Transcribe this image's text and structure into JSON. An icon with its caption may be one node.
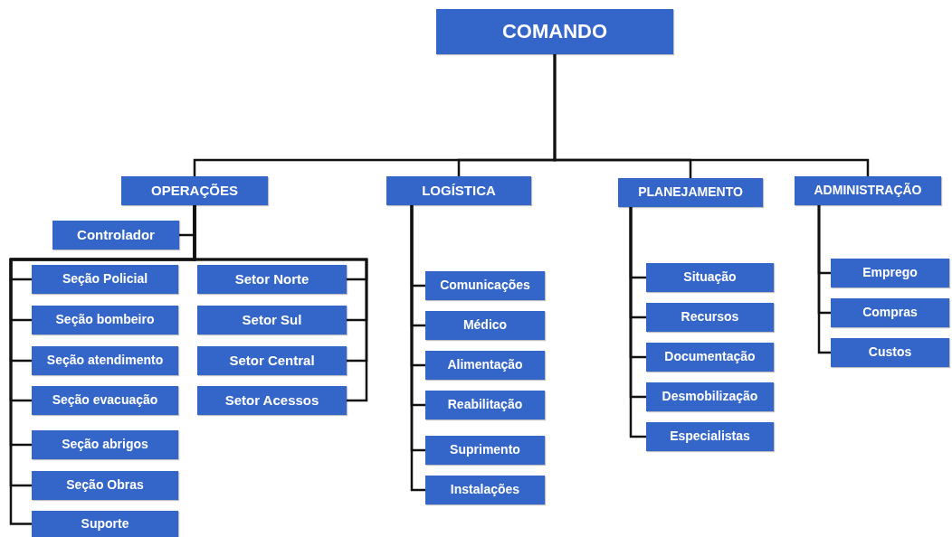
{
  "diagram": {
    "nodes": [
      {
        "text": [
          "COMANDO"
        ]
      },
      {
        "text": [
          "OPERAÇÕES"
        ]
      },
      {
        "text": [
          "LOGÍSTICA"
        ]
      },
      {
        "text": [
          "PLANEJAMENTO"
        ]
      },
      {
        "text": [
          "ADMINISTRAÇÃO"
        ]
      },
      {
        "text": [
          "Controlador"
        ]
      },
      {
        "text": [
          "Seção Policial"
        ]
      },
      {
        "text": [
          "Seção bombeiro"
        ]
      },
      {
        "text": [
          "Seção atendimento"
        ]
      },
      {
        "text": [
          "Seção evacuação"
        ]
      },
      {
        "text": [
          "Seção abrigos"
        ]
      },
      {
        "text": [
          "Seção Obras"
        ]
      },
      {
        "text": [
          "Suporte"
        ]
      },
      {
        "text": [
          "Setor Norte"
        ]
      },
      {
        "text": [
          "Setor Sul"
        ]
      },
      {
        "text": [
          "Setor Central"
        ]
      },
      {
        "text": [
          "Setor Acessos"
        ]
      },
      {
        "text": [
          "Comunicações"
        ]
      },
      {
        "text": [
          "Médico"
        ]
      },
      {
        "text": [
          "Alimentação"
        ]
      },
      {
        "text": [
          "Reabilitação"
        ]
      },
      {
        "text": [
          "Suprimento"
        ]
      },
      {
        "text": [
          "Instalações"
        ]
      },
      {
        "text": [
          "Situação"
        ]
      },
      {
        "text": [
          "Recursos"
        ]
      },
      {
        "text": [
          "Documentação"
        ]
      },
      {
        "text": [
          "Desmobilização"
        ]
      },
      {
        "text": [
          "Especialistas"
        ]
      },
      {
        "text": [
          "Emprego"
        ]
      },
      {
        "text": [
          "Compras"
        ]
      },
      {
        "text": [
          "Custos"
        ]
      }
    ],
    "edges": [
      {
        "from": 0,
        "to": 1,
        "arrow": "none"
      },
      {
        "from": 0,
        "to": 2,
        "arrow": "none"
      },
      {
        "from": 0,
        "to": 3,
        "arrow": "none"
      },
      {
        "from": 0,
        "to": 4,
        "arrow": "none"
      },
      {
        "from": 1,
        "to": 5,
        "arrow": "none"
      },
      {
        "from": 1,
        "to": 6,
        "arrow": "none"
      },
      {
        "from": 1,
        "to": 7,
        "arrow": "none"
      },
      {
        "from": 1,
        "to": 8,
        "arrow": "none"
      },
      {
        "from": 1,
        "to": 9,
        "arrow": "none"
      },
      {
        "from": 1,
        "to": 10,
        "arrow": "none"
      },
      {
        "from": 1,
        "to": 11,
        "arrow": "none"
      },
      {
        "from": 1,
        "to": 12,
        "arrow": "none"
      },
      {
        "from": 1,
        "to": 13,
        "arrow": "none"
      },
      {
        "from": 1,
        "to": 14,
        "arrow": "none"
      },
      {
        "from": 1,
        "to": 15,
        "arrow": "none"
      },
      {
        "from": 1,
        "to": 16,
        "arrow": "none"
      },
      {
        "from": 2,
        "to": 17,
        "arrow": "none"
      },
      {
        "from": 2,
        "to": 18,
        "arrow": "none"
      },
      {
        "from": 2,
        "to": 19,
        "arrow": "none"
      },
      {
        "from": 2,
        "to": 20,
        "arrow": "none"
      },
      {
        "from": 2,
        "to": 21,
        "arrow": "none"
      },
      {
        "from": 2,
        "to": 22,
        "arrow": "none"
      },
      {
        "from": 3,
        "to": 23,
        "arrow": "none"
      },
      {
        "from": 3,
        "to": 24,
        "arrow": "none"
      },
      {
        "from": 3,
        "to": 25,
        "arrow": "none"
      },
      {
        "from": 3,
        "to": 26,
        "arrow": "none"
      },
      {
        "from": 3,
        "to": 27,
        "arrow": "none"
      },
      {
        "from": 4,
        "to": 28,
        "arrow": "none"
      },
      {
        "from": 4,
        "to": 29,
        "arrow": "none"
      },
      {
        "from": 4,
        "to": 30,
        "arrow": "none"
      }
    ]
  }
}
